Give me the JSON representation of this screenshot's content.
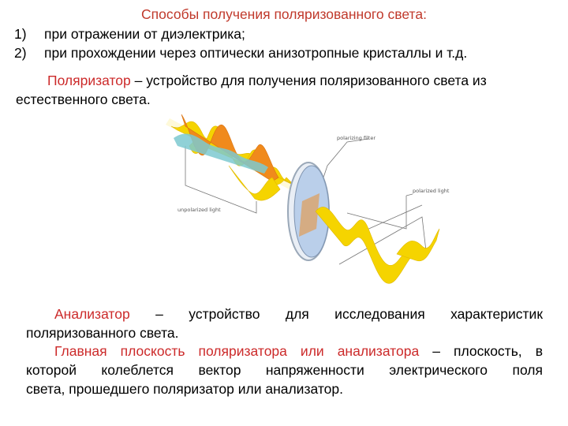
{
  "heading": "Способы получения поляризованного света:",
  "methods": [
    {
      "num": "1)",
      "text": "при отражении от диэлектрика;"
    },
    {
      "num": "2)",
      "text": "при прохождении через оптически анизотропные кристаллы и т.д."
    }
  ],
  "polarizer": {
    "term": "Поляризатор",
    "def_line1": " – устройство для получения поляризованного света из",
    "def_line2": "естественного света."
  },
  "figure": {
    "label_filter": "polarizing filter",
    "label_polarized": "polarized light",
    "label_unpolarized": "unpolarized light"
  },
  "analyzer": {
    "term": "Анализатор",
    "def_line1": " – устройство для исследования характеристик",
    "def_line2": "поляризованного света."
  },
  "principal_plane": {
    "term": "Главная плоскость поляризатора или анализатора",
    "line1_rest": " – плоскость, в",
    "line2": "которой колеблется вектор напряженности электрического поля",
    "line3": "света, прошедшего поляризатор или анализатор."
  },
  "colors": {
    "accent_red": "#cc2a2a",
    "wave_yellow": "#f5d400",
    "wave_orange": "#f08a1c",
    "wave_teal": "#7cc9d0",
    "filter_blue": "#aac4e6"
  }
}
